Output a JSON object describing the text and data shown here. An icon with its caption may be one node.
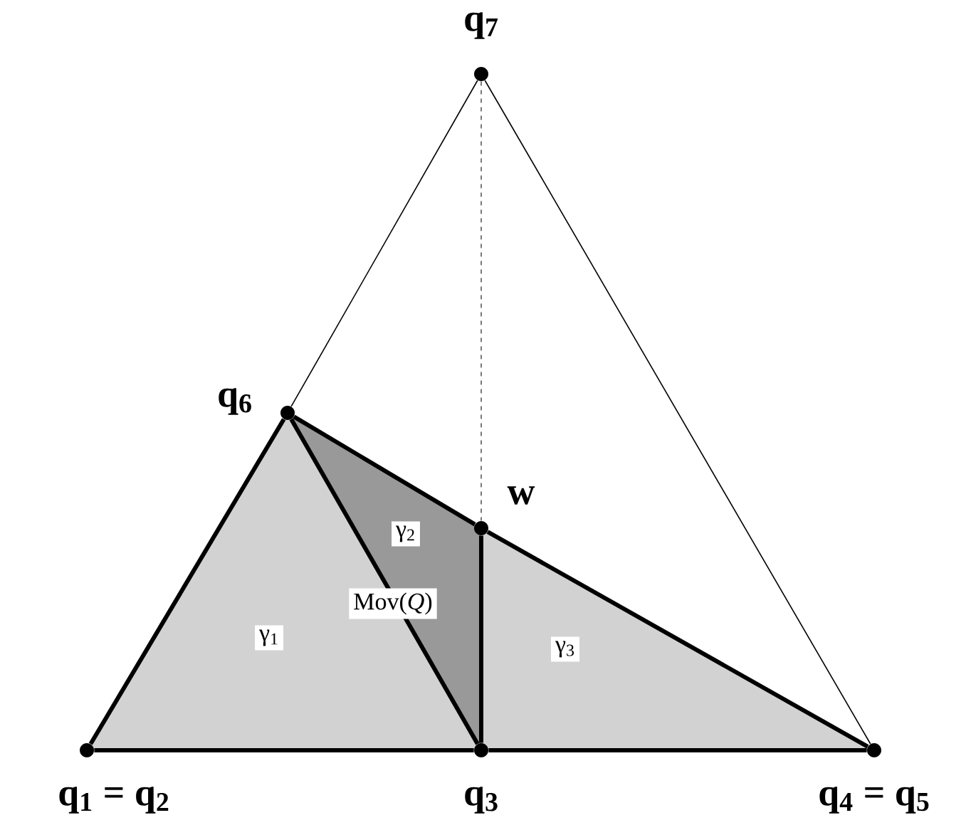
{
  "diagram": {
    "nodes": [
      {
        "text": [],
        "shape": "circle",
        "beside": [
          "q$_{1}$ = q$_{2}$"
        ]
      },
      {
        "text": [],
        "shape": "circle",
        "beside": [
          "q$_{3}$"
        ]
      },
      {
        "text": [],
        "shape": "circle",
        "beside": [
          "q$_{4}$ = q$_{5}$"
        ]
      },
      {
        "text": [],
        "shape": "circle",
        "beside": [
          "q$_{6}$"
        ]
      },
      {
        "text": [],
        "shape": "circle",
        "beside": [
          "q$_{7}$"
        ]
      },
      {
        "text": [],
        "shape": "circle",
        "beside": [
          "w"
        ]
      }
    ],
    "edges": [
      {
        "from": 0,
        "to": 1,
        "arrow": "none"
      },
      {
        "from": 1,
        "to": 2,
        "arrow": "none"
      },
      {
        "from": 0,
        "to": 3,
        "arrow": "none"
      },
      {
        "from": 3,
        "to": 1,
        "arrow": "none"
      },
      {
        "from": 3,
        "to": 5,
        "arrow": "none"
      },
      {
        "from": 5,
        "to": 2,
        "arrow": "none"
      },
      {
        "from": 5,
        "to": 1,
        "arrow": "none"
      },
      {
        "from": 3,
        "to": 4,
        "arrow": "none"
      },
      {
        "from": 4,
        "to": 2,
        "arrow": "none"
      },
      {
        "from": 4,
        "to": 5,
        "arrow": "none",
        "style": "dashed"
      }
    ],
    "labels": [
      "γ$_{2}$",
      "Mov(*Q*)",
      "γ$_{1}$",
      "γ$_{3}$"
    ]
  }
}
